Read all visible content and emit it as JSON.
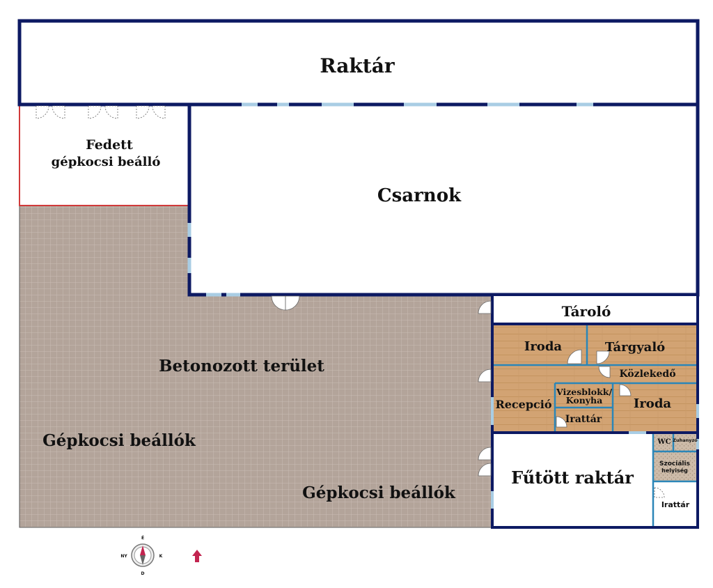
{
  "plan": {
    "rooms": {
      "raktar": "Raktár",
      "fedett_line1": "Fedett",
      "fedett_line2": "gépkocsi beálló",
      "csarnok": "Csarnok",
      "betonozott": "Betonozott terület",
      "gepkocsi_left": "Gépkocsi beállók",
      "gepkocsi_right": "Gépkocsi beállók",
      "tarolo": "Tároló",
      "iroda_top": "Iroda",
      "targyalo": "Tárgyaló",
      "kozlekedo": "Közlekedő",
      "vizesblokk_line1": "Vizesblokk/",
      "vizesblokk_line2": "Konyha",
      "recepcio": "Recepció",
      "iroda_right": "Iroda",
      "irattar_mid": "Irattár",
      "futott_raktar": "Fűtött raktár",
      "wc": "WC",
      "zuhanyzo": "Zuhanyzó",
      "szocialis_line1": "Szociális",
      "szocialis_line2": "helyiség",
      "irattar_right": "Irattár"
    },
    "compass": {
      "n": "É",
      "s": "D",
      "w": "NY",
      "e": "K"
    },
    "colors": {
      "wall": "#0d1a63",
      "window": "#a9cde4",
      "concrete": "#b3a49a",
      "wood": "#d2a373",
      "partition": "#2b86b8",
      "carport_line": "#d13a3a",
      "arrow": "#c2244f"
    }
  }
}
